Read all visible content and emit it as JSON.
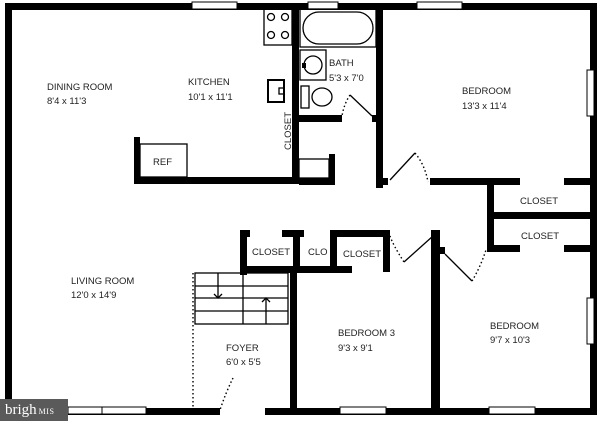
{
  "floorplan": {
    "rooms": {
      "dining": {
        "name": "DINING ROOM",
        "dims": "8'4 x 11'3"
      },
      "kitchen": {
        "name": "KITCHEN",
        "dims": "10'1 x 11'1"
      },
      "bath": {
        "name": "BATH",
        "dims": "5'3 x 7'0"
      },
      "bedroom_main": {
        "name": "BEDROOM",
        "dims": "13'3 x 11'4"
      },
      "living": {
        "name": "LIVING ROOM",
        "dims": "12'0 x 14'9"
      },
      "foyer": {
        "name": "FOYER",
        "dims": "6'0 x 5'5"
      },
      "bedroom3": {
        "name": "BEDROOM 3",
        "dims": "9'3 x 9'1"
      },
      "bedroom2": {
        "name": "BEDROOM",
        "dims": "9'7 x 10'3"
      }
    },
    "fixtures": {
      "ref": "REF",
      "closet_bath": "CLOSET",
      "closet_hall_1": "CLOSET",
      "clo": "CLO",
      "closet_hall_2": "CLOSET",
      "closet_right_upper": "CLOSET",
      "closet_right_lower": "CLOSET"
    }
  },
  "watermark": {
    "brand": "brigh",
    "suffix": "MIS"
  }
}
